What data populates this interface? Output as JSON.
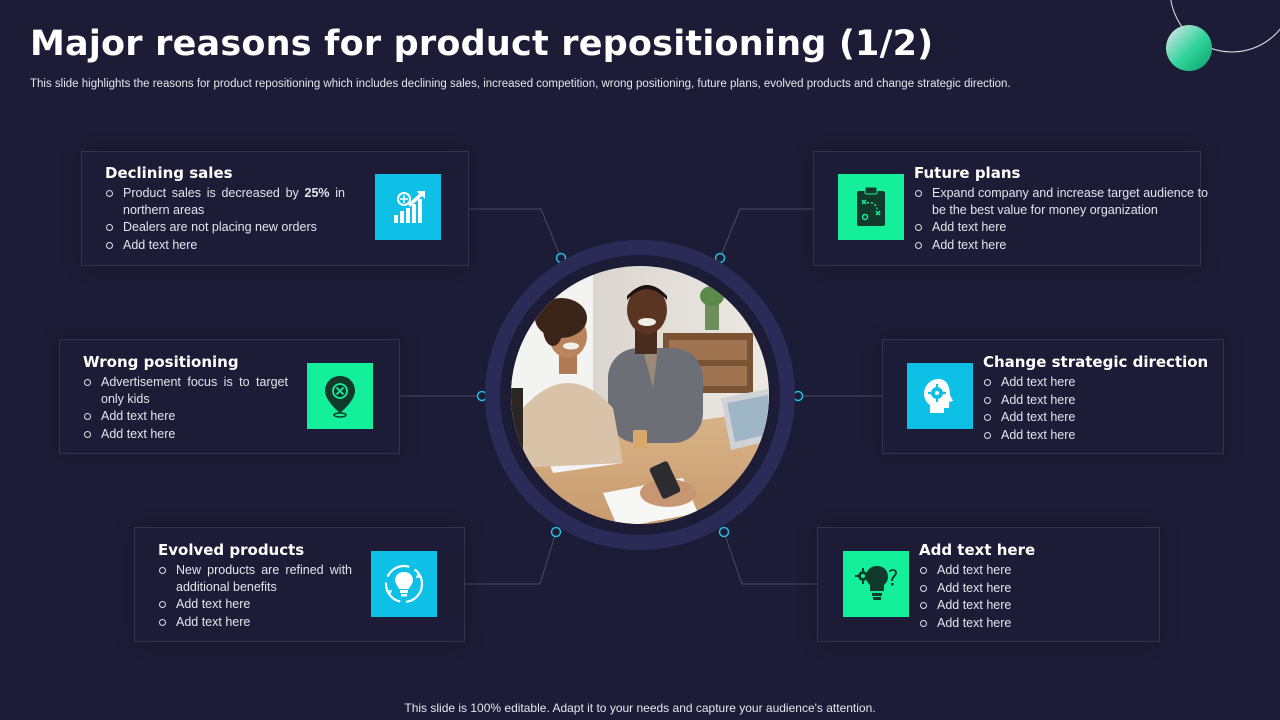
{
  "title": "Major reasons for product repositioning (1/2)",
  "subtitle": "This slide highlights the reasons for product repositioning which includes declining sales, increased competition, wrong positioning, future plans, evolved products and change strategic direction.",
  "footer": "This slide is 100% editable. Adapt it to your needs and capture your audience's attention.",
  "colors": {
    "background": "#1c1c36",
    "teal": "#0fc0e6",
    "green": "#14ef9b",
    "ring": "#2b2b58"
  },
  "cards": {
    "declining_sales": {
      "title": "Declining sales",
      "icon": "growth-chart-icon",
      "bullet1_pre": "Product sales is decreased by ",
      "bullet1_bold": "25%",
      "bullet1_post": " in northern areas",
      "bullets": [
        "Dealers are not placing new orders",
        "Add text here"
      ]
    },
    "future_plans": {
      "title": "Future plans",
      "icon": "strategy-clipboard-icon",
      "bullets": [
        "Expand company and increase target audience to be the best value for money organization",
        "Add text here",
        "Add text here"
      ]
    },
    "wrong_positioning": {
      "title": "Wrong positioning",
      "icon": "location-pin-cross-icon",
      "bullets": [
        "Advertisement focus is to target only kids",
        "Add text here",
        "Add text here"
      ]
    },
    "change_strategic": {
      "title": "Change strategic  direction",
      "icon": "head-gear-icon",
      "bullets": [
        "Add text here",
        "Add text here",
        "Add text here",
        "Add text here"
      ]
    },
    "evolved_products": {
      "title": "Evolved products",
      "icon": "lightbulb-cycle-icon",
      "bullets": [
        "New products are refined with additional benefits",
        "Add text here",
        "Add text here"
      ]
    },
    "add_text": {
      "title": "Add text here",
      "icon": "head-idea-question-icon",
      "bullets": [
        "Add text here",
        "Add text here",
        "Add text here",
        "Add text here"
      ]
    }
  }
}
